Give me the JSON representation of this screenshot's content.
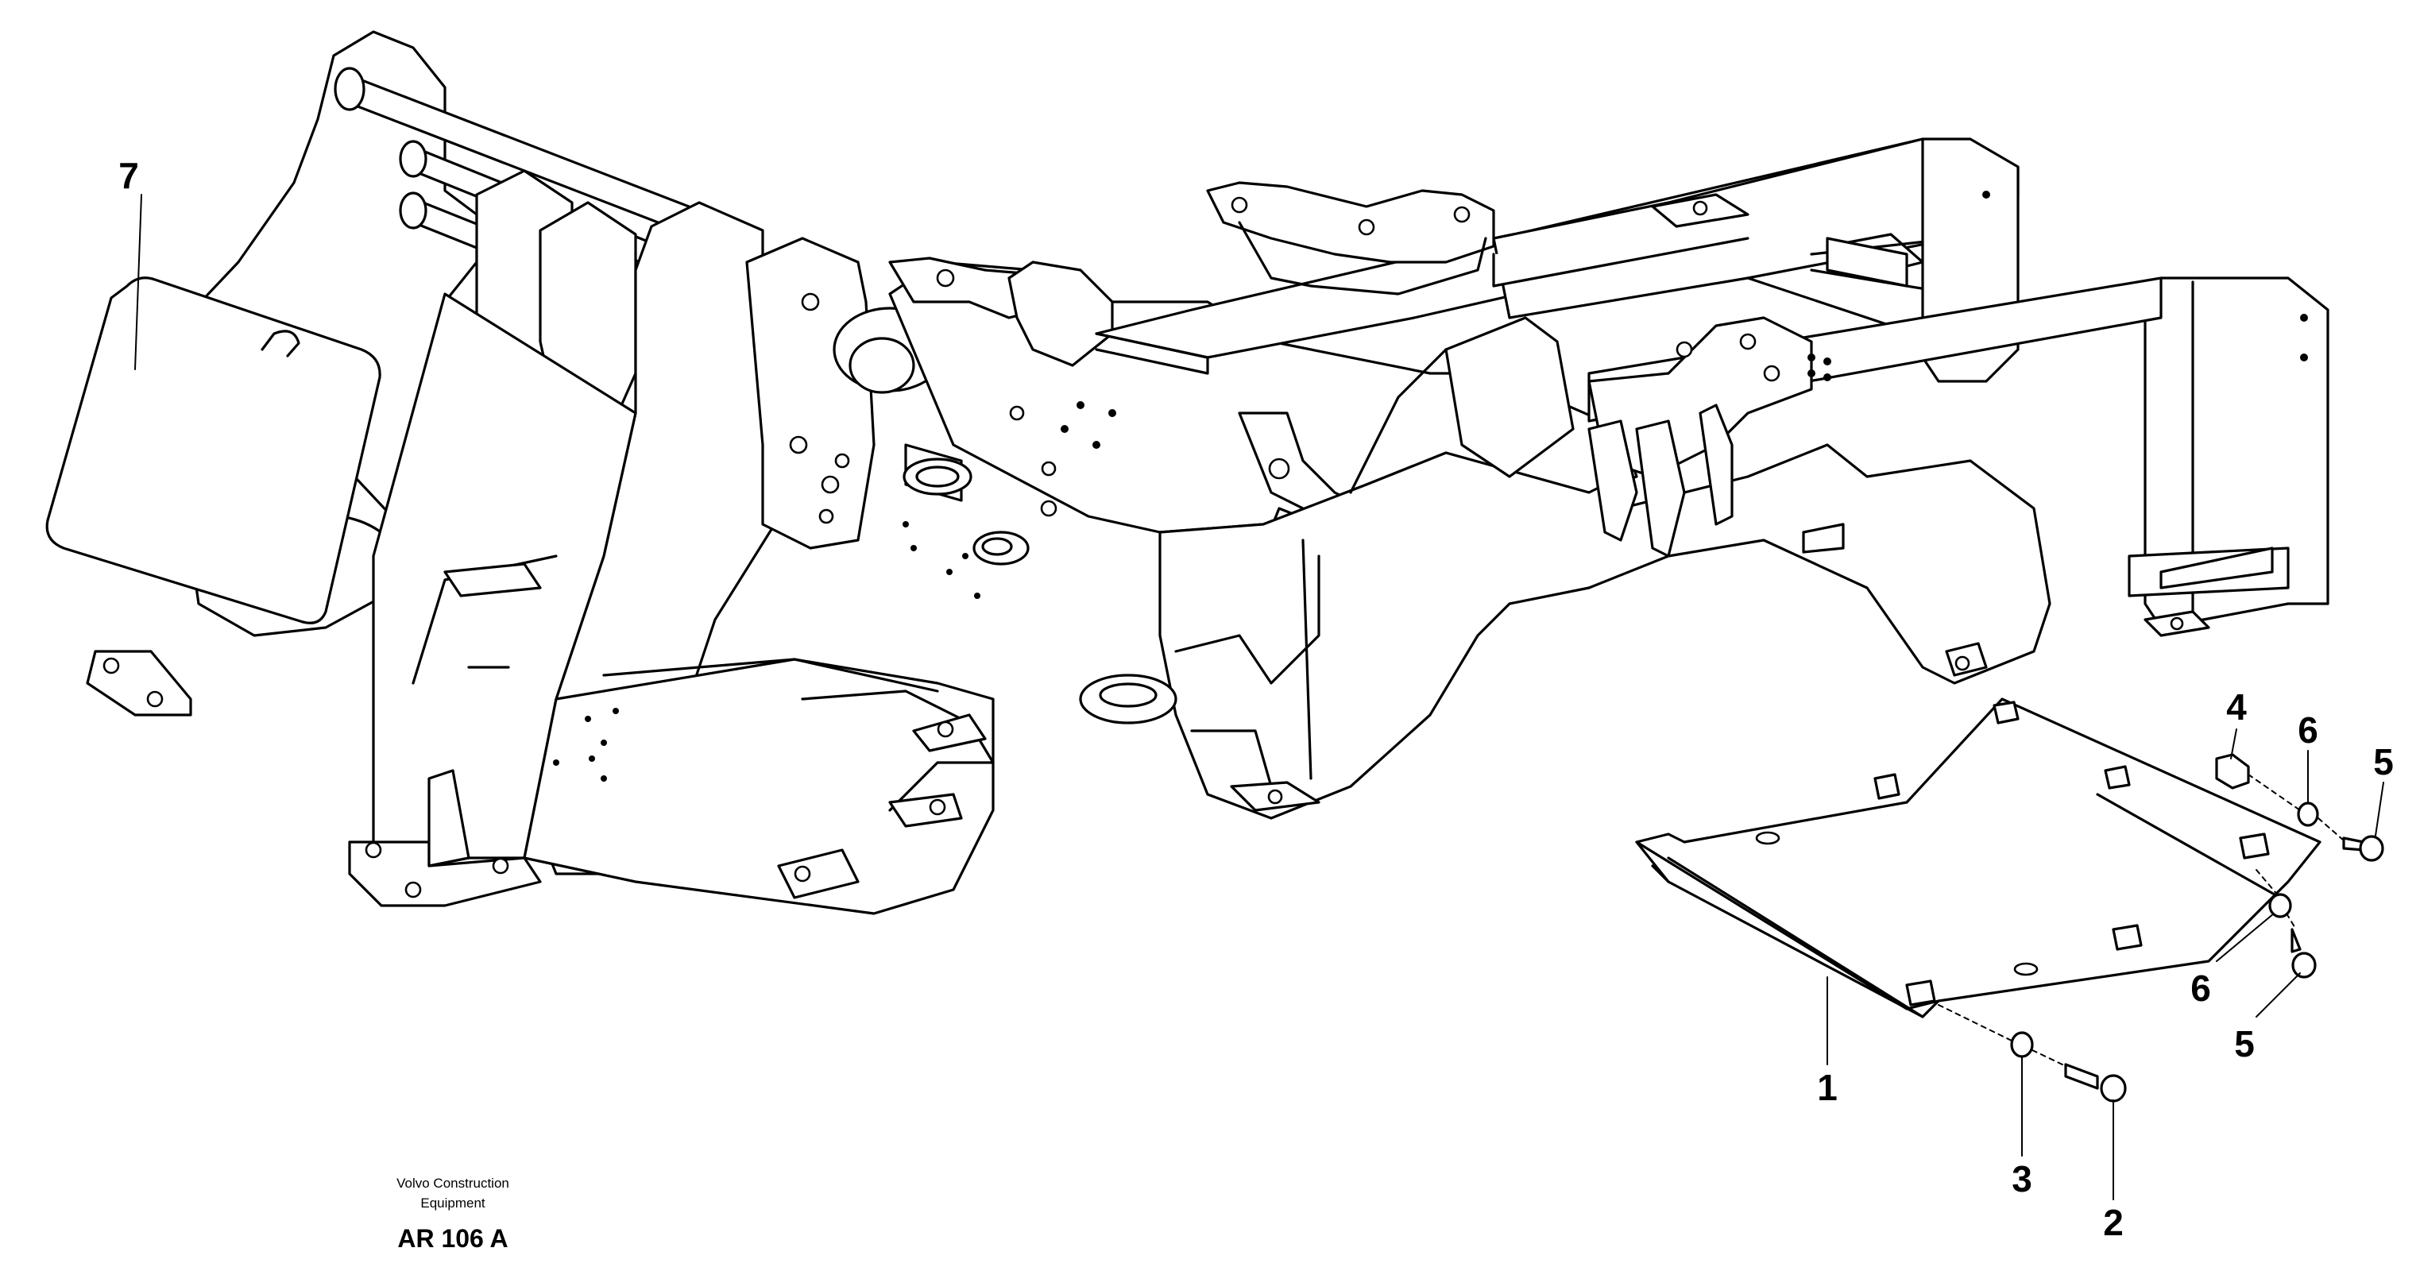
{
  "diagram": {
    "callouts": [
      {
        "id": "1",
        "label": "1"
      },
      {
        "id": "2",
        "label": "2"
      },
      {
        "id": "3",
        "label": "3"
      },
      {
        "id": "4",
        "label": "4"
      },
      {
        "id": "5a",
        "label": "5"
      },
      {
        "id": "5b",
        "label": "5"
      },
      {
        "id": "6a",
        "label": "6"
      },
      {
        "id": "6b",
        "label": "6"
      },
      {
        "id": "7",
        "label": "7"
      }
    ],
    "caption": {
      "line1": "Volvo Construction",
      "line2": "Equipment",
      "reference": "AR 106 A"
    }
  }
}
